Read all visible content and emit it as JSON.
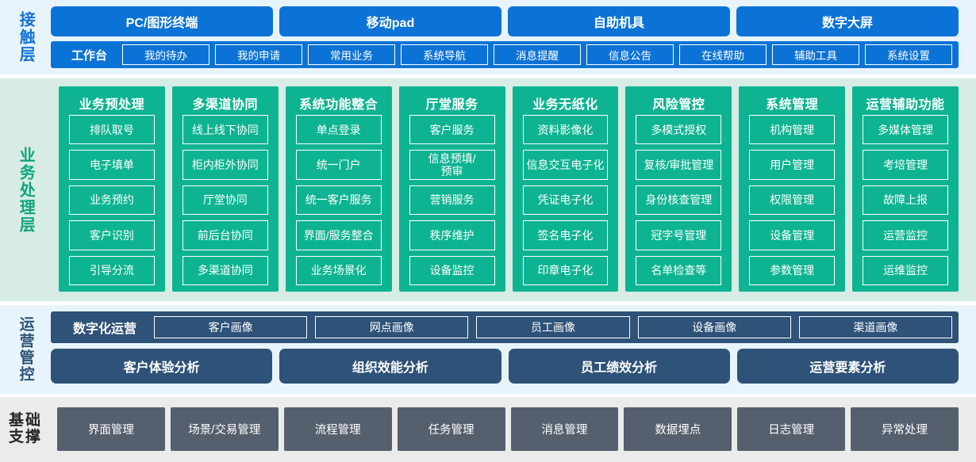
{
  "layers": {
    "contact": {
      "label": "接触层",
      "label_color": "#1473d6",
      "channels": [
        "PC/图形终端",
        "移动pad",
        "自助机具",
        "数字大屏"
      ],
      "workbench_title": "工作台",
      "workbench_items": [
        "我的待办",
        "我的申请",
        "常用业务",
        "系统导航",
        "消息提醒",
        "信息公告",
        "在线帮助",
        "辅助工具",
        "系统设置"
      ]
    },
    "business": {
      "label": "业务处理层",
      "label_color": "#11a47d",
      "columns": [
        {
          "title": "业务预处理",
          "items": [
            "排队取号",
            "电子填单",
            "业务预约",
            "客户识别",
            "引导分流"
          ]
        },
        {
          "title": "多渠道协同",
          "items": [
            "线上线下协同",
            "柜内柜外协同",
            "厅堂协同",
            "前后台协同",
            "多渠道协同"
          ]
        },
        {
          "title": "系统功能整合",
          "items": [
            "单点登录",
            "统一门户",
            "统一客户服务",
            "界面/服务整合",
            "业务场景化"
          ]
        },
        {
          "title": "厅堂服务",
          "items": [
            "客户服务",
            "信息预填/\n预审",
            "营销服务",
            "秩序维护",
            "设备监控"
          ]
        },
        {
          "title": "业务无纸化",
          "items": [
            "资料影像化",
            "信息交互电子化",
            "凭证电子化",
            "签名电子化",
            "印章电子化"
          ]
        },
        {
          "title": "风险管控",
          "items": [
            "多模式授权",
            "复核/审批管理",
            "身份核查管理",
            "冠字号管理",
            "名单检查等"
          ]
        },
        {
          "title": "系统管理",
          "items": [
            "机构管理",
            "用户管理",
            "权限管理",
            "设备管理",
            "参数管理"
          ]
        },
        {
          "title": "运营辅助功能",
          "items": [
            "多媒体管理",
            "考培管理",
            "故障上报",
            "运营监控",
            "运维监控"
          ]
        }
      ]
    },
    "operations": {
      "label": "运营管控",
      "label_color": "#2d5278",
      "digital_title": "数字化运营",
      "portraits": [
        "客户画像",
        "网点画像",
        "员工画像",
        "设备画像",
        "渠道画像"
      ],
      "analyses": [
        "客户体验分析",
        "组织效能分析",
        "员工绩效分析",
        "运营要素分析"
      ]
    },
    "foundation": {
      "label": "基础\n支撑",
      "label_color": "#242424",
      "items": [
        "界面管理",
        "场景/交易管理",
        "流程管理",
        "任务管理",
        "消息管理",
        "数据埋点",
        "日志管理",
        "异常处理"
      ]
    }
  },
  "colors": {
    "contact_bg": "#e8f4fd",
    "contact_box": "#0c73d6",
    "business_bg": "#d7ece4",
    "business_box": "#0eb492",
    "ops_bg": "#e8f4fd",
    "ops_box": "#2e5278",
    "base_bg": "#ebebeb",
    "base_box": "#565f6e"
  }
}
